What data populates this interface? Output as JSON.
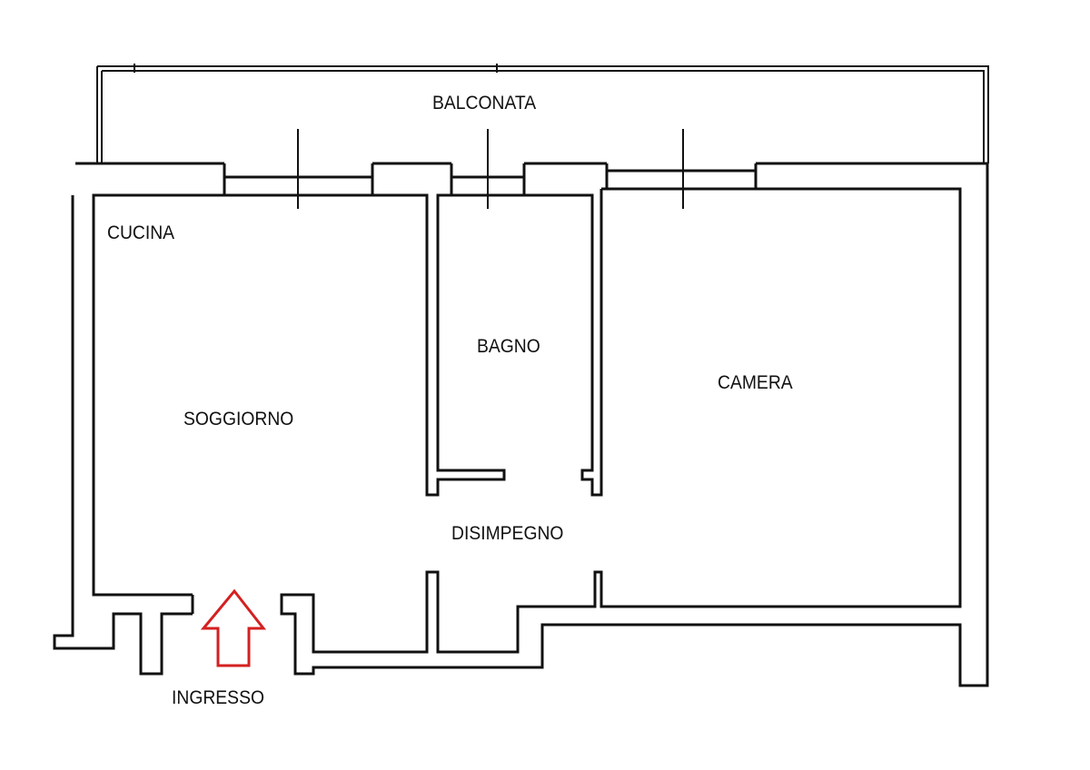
{
  "title": "Floor plan",
  "rooms": {
    "balcony": "BALCONATA",
    "kitchen": "CUCINA",
    "living": "SOGGIORNO",
    "bathroom": "BAGNO",
    "bedroom": "CAMERA",
    "hallway": "DISIMPEGNO",
    "entrance": "INGRESSO"
  },
  "colors": {
    "walls": "#111111",
    "entrance_arrow": "#d42020"
  }
}
